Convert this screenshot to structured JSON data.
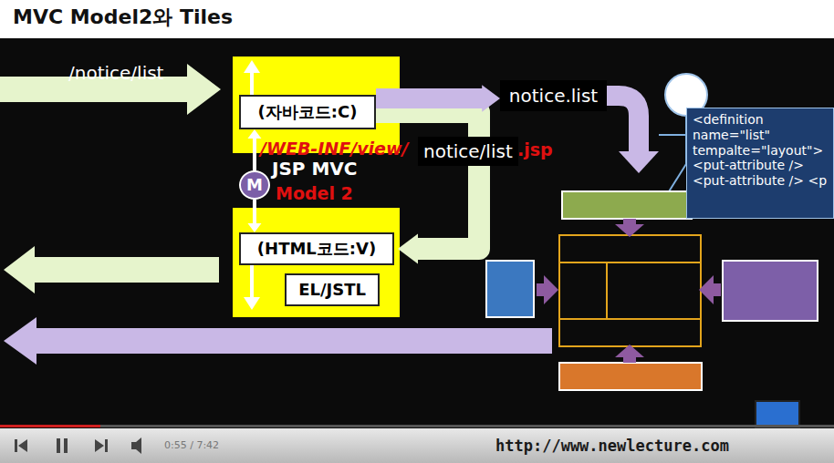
{
  "diagram": {
    "title": "MVC Model2와 Tiles",
    "nodes": [
      {
        "text": [
          "(자바코드:C)"
        ]
      },
      {
        "text": [
          "M"
        ]
      },
      {
        "text": [
          "(HTML코드:V)"
        ]
      },
      {
        "text": [
          "EL/JSTL"
        ]
      },
      {
        "text": [
          "notice.list"
        ]
      },
      {
        "text": [
          "notice/list"
        ]
      },
      {
        "text": [
          "<definition name=\"list\" tempalte=\"layout\"> <put-attribute /> <put-attribute /> <p"
        ]
      }
    ],
    "edges": [
      {
        "from": 0,
        "to": 2,
        "arrow": "to"
      },
      {
        "from": 1,
        "to": 0,
        "arrow": "to"
      },
      {
        "from": 1,
        "to": 2,
        "arrow": "to"
      },
      {
        "from": 0,
        "to": 4,
        "arrow": "to"
      }
    ],
    "labels": [
      "/notice/list",
      "/WEB-INF/view/",
      ".jsp",
      "JSP MVC",
      "Model 2",
      "0:55 / 7:42",
      "http://www.newlecture.com"
    ]
  }
}
